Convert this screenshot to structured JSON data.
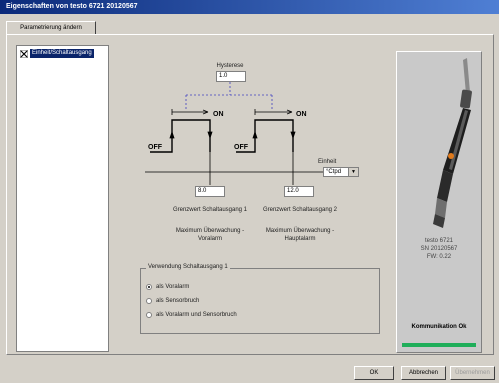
{
  "window": {
    "title": "Eigenschaften von testo 6721  20120567"
  },
  "tabs": [
    {
      "label": "Parametrierung ändern"
    }
  ],
  "tree": {
    "items": [
      {
        "label": "Einheit/Schaltausgang"
      }
    ]
  },
  "diagram": {
    "hysteresis_label": "Hysterese",
    "hysteresis_value": "1.0",
    "on_label": "ON",
    "off_label": "OFF",
    "unit_label": "Einheit",
    "unit_value": "°Ctpd",
    "threshold1_value": "8.0",
    "threshold2_value": "12.0",
    "threshold1_caption": "Grenzwert Schaltausgang 1",
    "threshold2_caption": "Grenzwert Schaltausgang 2",
    "monitor1_line1": "Maximum Überwachung -",
    "monitor1_line2": "Voralarm",
    "monitor2_line1": "Maximum Überwachung -",
    "monitor2_line2": "Hauptalarm"
  },
  "usage_group": {
    "title": "Verwendung Schaltausgang 1",
    "options": [
      {
        "label": "als Voralarm",
        "selected": true
      },
      {
        "label": "als Sensorbruch",
        "selected": false
      },
      {
        "label": "als Voralarm und Sensorbruch",
        "selected": false
      }
    ]
  },
  "device": {
    "model": "testo 6721",
    "serial": "SN 20120567",
    "firmware": "FW: 0.22",
    "status_title": "Kommunikation Ok",
    "status_color": "#1fae5a"
  },
  "buttons": {
    "ok": "OK",
    "cancel": "Abbrechen",
    "apply": "Übernehmen"
  }
}
